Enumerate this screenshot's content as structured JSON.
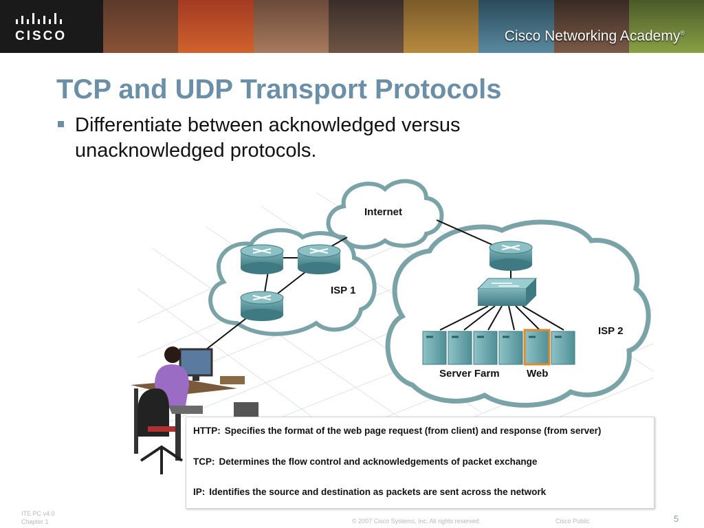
{
  "banner": {
    "brand": "CISCO",
    "academy": "Cisco Networking Academy",
    "academy_mark": "®"
  },
  "slide": {
    "title": "TCP and UDP Transport Protocols",
    "bullet": "Differentiate between acknowledged versus unacknowledged protocols."
  },
  "diagram": {
    "labels": {
      "internet": "Internet",
      "isp1": "ISP 1",
      "isp2": "ISP 2",
      "server_farm": "Server Farm",
      "web": "Web"
    },
    "colors": {
      "cloud_stroke": "#7aa3a8",
      "device": "#4e8b92",
      "web_highlight": "#e08a2c"
    }
  },
  "descriptions": [
    {
      "key": "HTTP:",
      "text": "Specifies the format of the web page request (from client) and response (from server)"
    },
    {
      "key": "TCP:",
      "text": "Determines the flow control and acknowledgements of packet exchange"
    },
    {
      "key": "IP:",
      "text": "Identifies the source and destination as packets are sent across the network"
    }
  ],
  "footer": {
    "course": "ITE PC v4.0",
    "chapter": "Chapter 1",
    "copyright": "© 2007 Cisco Systems, Inc. All rights reserved.",
    "classification": "Cisco Public",
    "page": "5"
  }
}
